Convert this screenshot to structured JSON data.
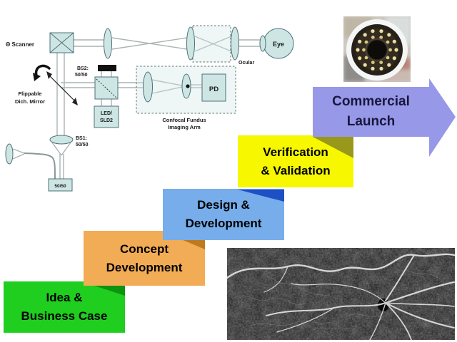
{
  "stages": [
    {
      "line1": "Idea &",
      "line2": "Business Case",
      "fill": "#1FCE1F",
      "fold": "#0E930E",
      "text": "#000000"
    },
    {
      "line1": "Concept",
      "line2": "Development",
      "fill": "#F2AC55",
      "fold": "#BE7A1E",
      "text": "#000000"
    },
    {
      "line1": "Design &",
      "line2": "Development",
      "fill": "#76ADEA",
      "fold": "#1D50C4",
      "text": "#000000"
    },
    {
      "line1": "Verification",
      "line2": "& Validation",
      "fill": "#F7F700",
      "fold": "#98981A",
      "text": "#000000"
    },
    {
      "line1": "Commercial",
      "line2": "Launch",
      "fill": "#9898E8",
      "fold": "#9898E8",
      "text": "#17173F"
    }
  ],
  "diagram": {
    "scanner_label": "Θ Scanner",
    "bs2_line1": "BS2:",
    "bs2_line2": "50/50",
    "source_line1": "LED/",
    "source_line2": "SLD2",
    "mirror_line1": "Flippable",
    "mirror_line2": "Dich. Mirror",
    "bs1_line1": "BS1:",
    "bs1_line2": "50/50",
    "coupler_label": "50/50",
    "confocal_line1": "Confocal Fundus",
    "confocal_line2": "Imaging Arm",
    "pd_label": "PD",
    "eye_label": "Eye",
    "ocular_label": "Ocular"
  },
  "theme": {
    "page_bg": "#FFFFFF",
    "component_fill": "#CDE6E4",
    "component_stroke": "#50707A",
    "beam_color": "#A8B4B4",
    "label_color": "#1A1A1A"
  }
}
